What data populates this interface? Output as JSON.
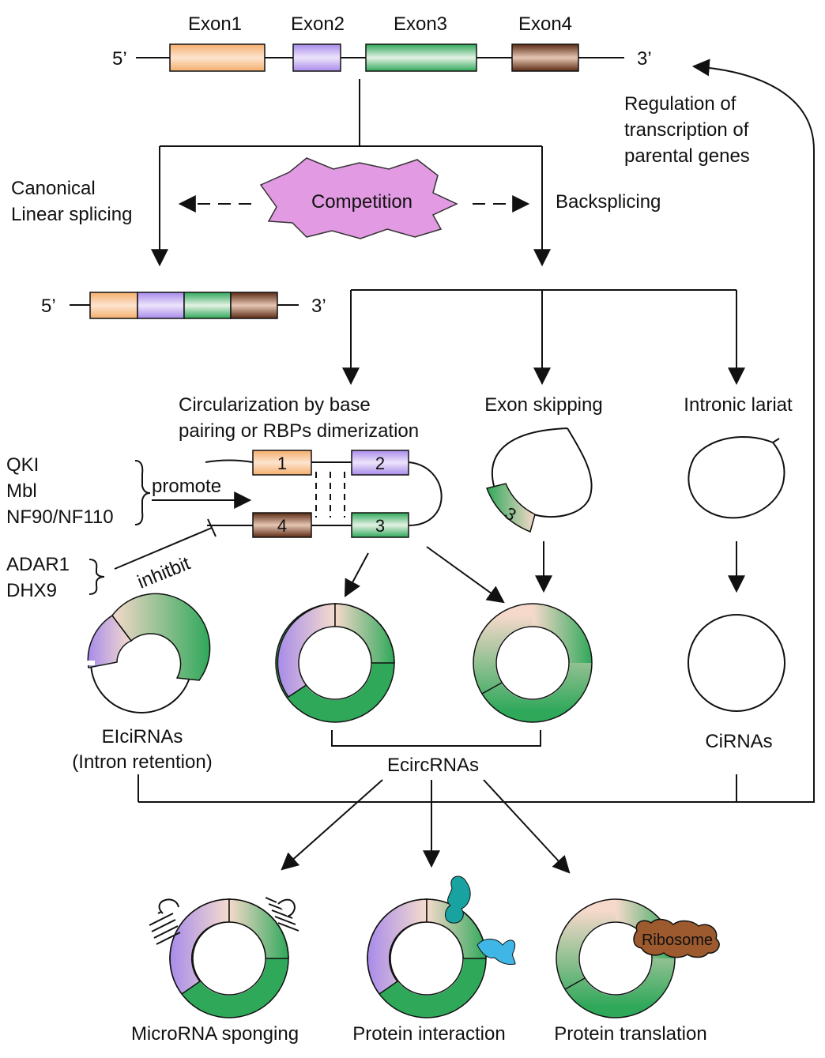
{
  "gene": {
    "five_prime": "5’",
    "three_prime": "3’",
    "exons": [
      "Exon1",
      "Exon2",
      "Exon3",
      "Exon4"
    ]
  },
  "colors": {
    "exon1": "#f4ae6c",
    "exon2": "#a88bea",
    "exon3": "#2fa85a",
    "exon4": "#7a3e24",
    "competition": "#e29ae2",
    "protein_teal": "#19a3a0",
    "protein_blue": "#3fb6e6",
    "ribosome": "#9c5a2e"
  },
  "branches": {
    "canonical": [
      "Canonical",
      "Linear splicing"
    ],
    "competition": "Competition",
    "backsplicing": "Backsplicing",
    "regulation": [
      "Regulation of",
      "transcription of",
      "parental genes"
    ]
  },
  "mature_mrna": {
    "five_prime": "5’",
    "three_prime": "3’"
  },
  "routes": {
    "circularization": [
      "Circularization by base",
      "pairing or RBPs dimerization"
    ],
    "exon_skipping": "Exon skipping",
    "intronic_lariat": "Intronic lariat"
  },
  "hairpin_exons": [
    "1",
    "2",
    "4",
    "3"
  ],
  "skipped_exon_label": "3",
  "factors": {
    "promoters": [
      "QKI",
      "Mbl",
      "NF90/NF110"
    ],
    "promote_label": "promote",
    "inhibitors": [
      "ADAR1",
      "DHX9"
    ],
    "inhibit_label": "inhitbit"
  },
  "products": {
    "elcirnas": [
      "EIciRNAs",
      "(Intron retention)"
    ],
    "ecircrnas": "EcircRNAs",
    "cirnas": "CiRNAs"
  },
  "functions": {
    "sponging": "MicroRNA sponging",
    "protein_interaction": "Protein interaction",
    "translation": "Protein translation",
    "ribosome": "Ribosome"
  }
}
